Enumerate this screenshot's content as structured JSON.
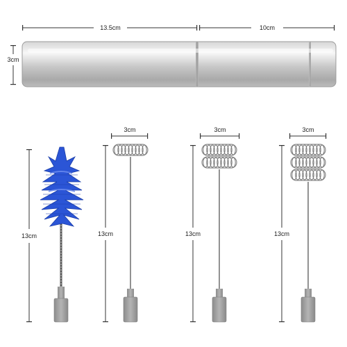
{
  "handle": {
    "length_label_1": "13.5cm",
    "length_label_2": "10cm",
    "diameter_label": "3cm"
  },
  "accessories": [
    {
      "name": "cleaning-brush",
      "height_label": "13cm"
    },
    {
      "name": "single-spring-whisk",
      "width_label": "3cm",
      "height_label": "13cm"
    },
    {
      "name": "double-spring-whisk",
      "width_label": "3cm",
      "height_label": "13cm"
    },
    {
      "name": "triple-spring-whisk",
      "width_label": "3cm",
      "height_label": "13cm"
    }
  ],
  "colors": {
    "steel_light": "#f2f2f2",
    "steel_mid": "#c9c9c9",
    "steel_dark": "#8f8f8f",
    "brush_blue": "#2b55d6",
    "plastic_gray": "#9a9a9a",
    "dimension_line": "#333333"
  }
}
